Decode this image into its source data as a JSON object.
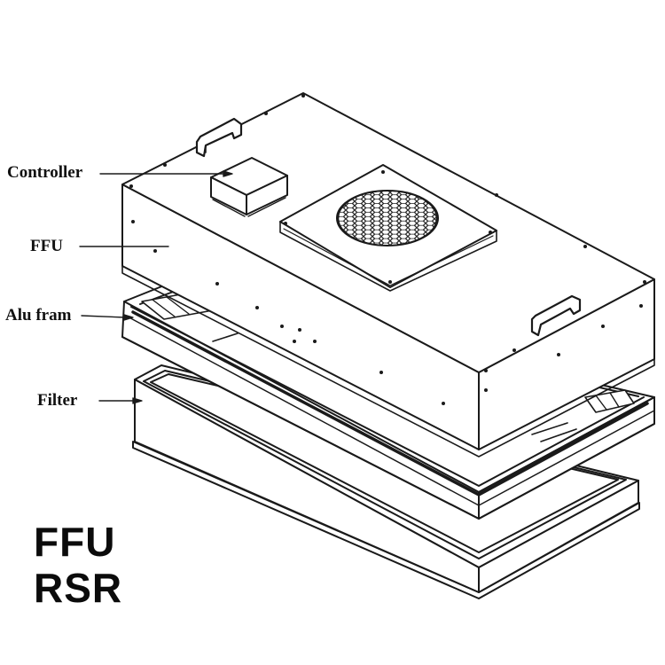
{
  "labels": {
    "controller": "Controller",
    "ffu": "FFU",
    "alu_frame": "Alu fram",
    "filter": "Filter"
  },
  "title": {
    "line1": "FFU",
    "line2": "RSR"
  },
  "colors": {
    "line": "#1a1a1a",
    "background": "#ffffff"
  }
}
